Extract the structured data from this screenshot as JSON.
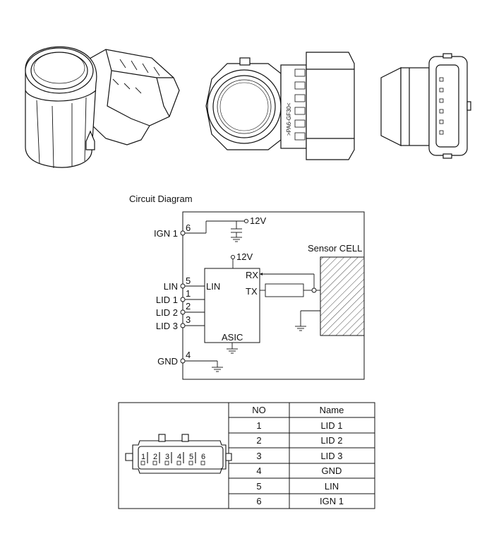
{
  "circuit_title": "Circuit Diagram",
  "sensor_marking": ">PA6-GF30<",
  "supply_top": "12V",
  "supply_asic": "12V",
  "sensor_cell": "Sensor CELL",
  "asic_label": "ASIC",
  "asic_pins": {
    "rx": "RX",
    "tx": "TX",
    "lin": "LIN"
  },
  "terminals": [
    {
      "name": "IGN 1",
      "pin": "6"
    },
    {
      "name": "LIN",
      "pin": "5"
    },
    {
      "name": "LID 1",
      "pin": "1"
    },
    {
      "name": "LID 2",
      "pin": "2"
    },
    {
      "name": "LID 3",
      "pin": "3"
    },
    {
      "name": "GND",
      "pin": "4"
    }
  ],
  "connector_pins": [
    "1",
    "2",
    "3",
    "4",
    "5",
    "6"
  ],
  "table": {
    "headers": [
      "NO",
      "Name"
    ],
    "rows": [
      [
        "1",
        "LID 1"
      ],
      [
        "2",
        "LID 2"
      ],
      [
        "3",
        "LID 3"
      ],
      [
        "4",
        "GND"
      ],
      [
        "5",
        "LIN"
      ],
      [
        "6",
        "IGN 1"
      ]
    ]
  }
}
